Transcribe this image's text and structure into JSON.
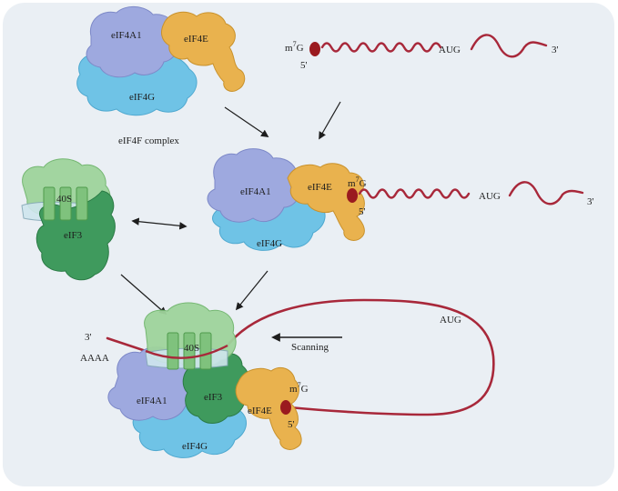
{
  "colors": {
    "background_panel": "#eaeff4",
    "eIF4A1": "#9ea9df",
    "eIF4E": "#e9b24e",
    "eIF4G": "#6fc3e6",
    "eIF3": "#3f9a5d",
    "ribosome_40S": "#9fd49c",
    "mrna": "#a8283a",
    "cap": "#9a1a1f"
  },
  "panel1": {
    "eIF4A1": "eIF4A1",
    "eIF4E": "eIF4E",
    "eIF4G": "eIF4G",
    "complex_label": "eIF4F complex"
  },
  "mrna_top": {
    "cap_m": "m",
    "cap_sup": "7",
    "cap_g": "G",
    "five_prime": "5'",
    "start_codon": "AUG",
    "three_prime": "3'"
  },
  "panel2": {
    "eIF4A1": "eIF4A1",
    "eIF4E": "eIF4E",
    "eIF4G": "eIF4G",
    "cap_m": "m",
    "cap_sup": "7",
    "cap_g": "G",
    "five_prime": "5'",
    "start_codon": "AUG",
    "three_prime": "3'"
  },
  "panel3": {
    "subunit": "40S",
    "eIF3": "eIF3"
  },
  "panel4": {
    "three_prime": "3'",
    "polyA": "AAAA",
    "subunit": "40S",
    "eIF4A1": "eIF4A1",
    "eIF3": "eIF3",
    "eIF4E": "eIF4E",
    "eIF4G": "eIF4G",
    "start_codon": "AUG",
    "scanning": "Scanning",
    "cap_m": "m",
    "cap_sup": "7",
    "cap_g": "G",
    "five_prime": "5'"
  }
}
